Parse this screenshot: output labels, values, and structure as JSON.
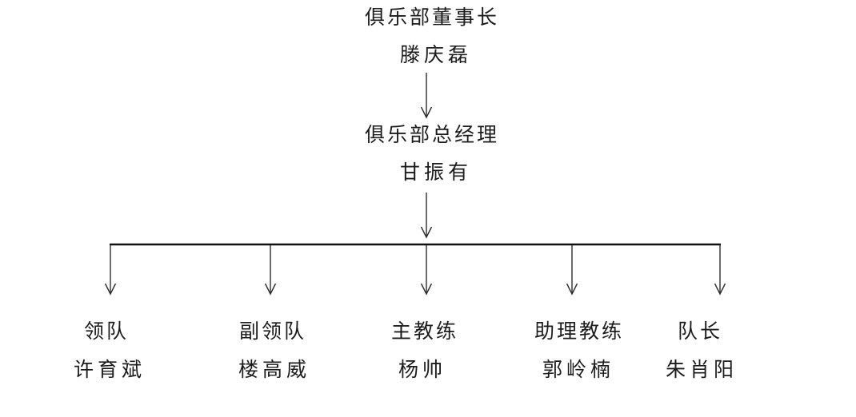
{
  "page": {
    "background_color": "#ffffff",
    "text_color": "#1c1c1c",
    "line_color": "#2e2e2e"
  },
  "org_chart": {
    "chairman": {
      "title": "俱乐部董事长",
      "name": "滕庆磊"
    },
    "general_manager": {
      "title": "俱乐部总经理",
      "name": "甘振有"
    },
    "subordinates": [
      {
        "title": "领队",
        "name": "许育斌"
      },
      {
        "title": "副领队",
        "name": "楼高威"
      },
      {
        "title": "主教练",
        "name": "杨帅"
      },
      {
        "title": "助理教练",
        "name": "郭岭楠"
      },
      {
        "title": "队长",
        "name": "朱肖阳"
      }
    ]
  }
}
